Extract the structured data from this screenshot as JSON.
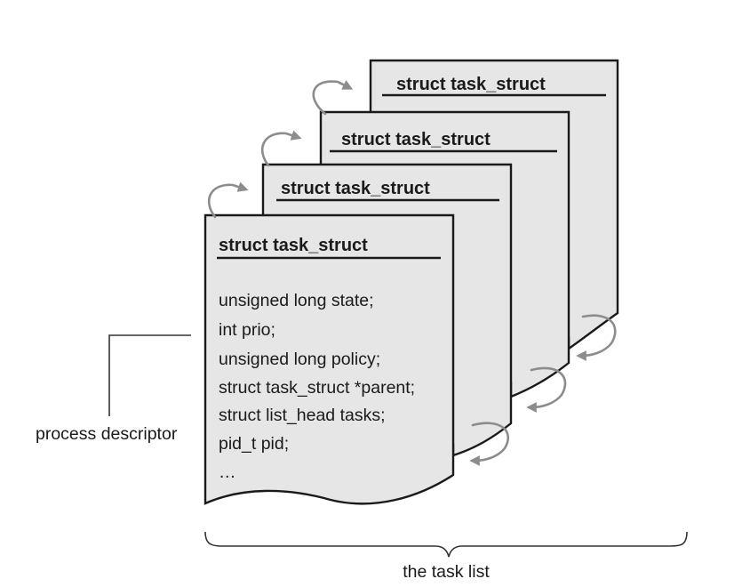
{
  "diagram": {
    "descriptors": [
      {
        "title": "struct task_struct"
      },
      {
        "title": "struct task_struct"
      },
      {
        "title": "struct task_struct"
      },
      {
        "title": "struct task_struct"
      }
    ],
    "front_fields": [
      "unsigned long state;",
      "int prio;",
      "unsigned long policy;",
      "struct task_struct *parent;",
      "struct list_head tasks;",
      "pid_t pid;",
      "…"
    ],
    "process_descriptor_label": "process descriptor",
    "task_list_label": "the task list"
  }
}
